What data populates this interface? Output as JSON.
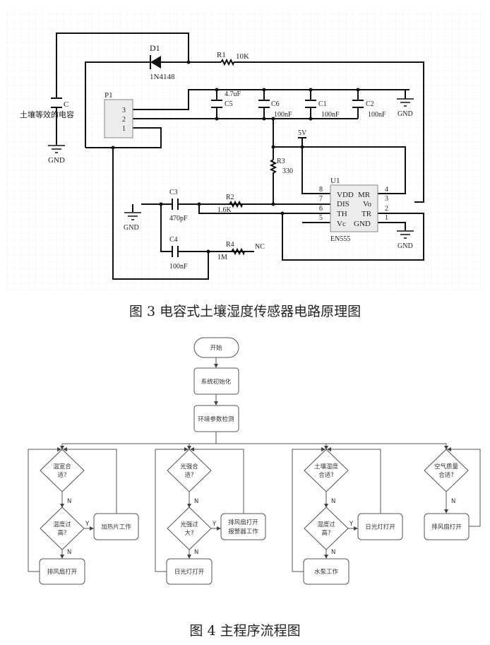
{
  "figure3": {
    "caption": "图 3 电容式土壤湿度传感器电路原理图",
    "labels": {
      "d1": "D1",
      "d1_part": "1N4148",
      "r1": "R1",
      "r1_val": "10K",
      "c": "C",
      "c_desc": "土壤等效的电容",
      "gnd": "GND",
      "p1": "P1",
      "p1_pin3": "3",
      "p1_pin2": "2",
      "p1_pin1": "1",
      "c5": "C5",
      "c5_val": "4.7uF",
      "c6": "C6",
      "c6_val": "100nF",
      "c1": "C1",
      "c1_val": "100nF",
      "c2": "C2",
      "c2_val": "100nF",
      "v5": "5V",
      "r3": "R3",
      "r3_val": "330",
      "u1": "U1",
      "u1_part": "EN555",
      "pin8": "8",
      "pin7": "7",
      "pin6": "6",
      "pin5": "5",
      "pin4": "4",
      "pin3": "3",
      "pin2": "2",
      "pin1": "1",
      "vdd": "VDD",
      "dis": "DIS",
      "th": "TH",
      "vc": "Vc",
      "mr": "MR",
      "vo": "Vo",
      "tr": "TR",
      "ugnd": "GND",
      "c3": "C3",
      "c3_val": "470pF",
      "r2": "R2",
      "r2_val": "1.6K",
      "c4": "C4",
      "c4_val": "100nF",
      "r4": "R4",
      "r4_val": "1M",
      "nc": "NC"
    }
  },
  "figure4": {
    "caption": "图 4 主程序流程图",
    "start": "开始",
    "init": "系统初始化",
    "detect": "环境参数检测",
    "yes": "Y",
    "no": "N",
    "branches": [
      {
        "q1": [
          "温室合",
          "适?"
        ],
        "q2": [
          "温度过",
          "高?"
        ],
        "yes_action": [
          "加热片工作"
        ],
        "no_action": "排风扇打开"
      },
      {
        "q1": [
          "光强合",
          "适?"
        ],
        "q2": [
          "光强过",
          "大?"
        ],
        "yes_action": [
          "排风扇打开",
          "报警器工作"
        ],
        "no_action": "日光灯打开"
      },
      {
        "q1": [
          "土壤湿度",
          "合适?"
        ],
        "q2": [
          "湿度过",
          "高?"
        ],
        "yes_action": [
          "日光灯打开"
        ],
        "no_action": "水泵工作"
      },
      {
        "q1": [
          "空气质量",
          "合适?"
        ],
        "no_action": "排风扇打开"
      }
    ]
  }
}
